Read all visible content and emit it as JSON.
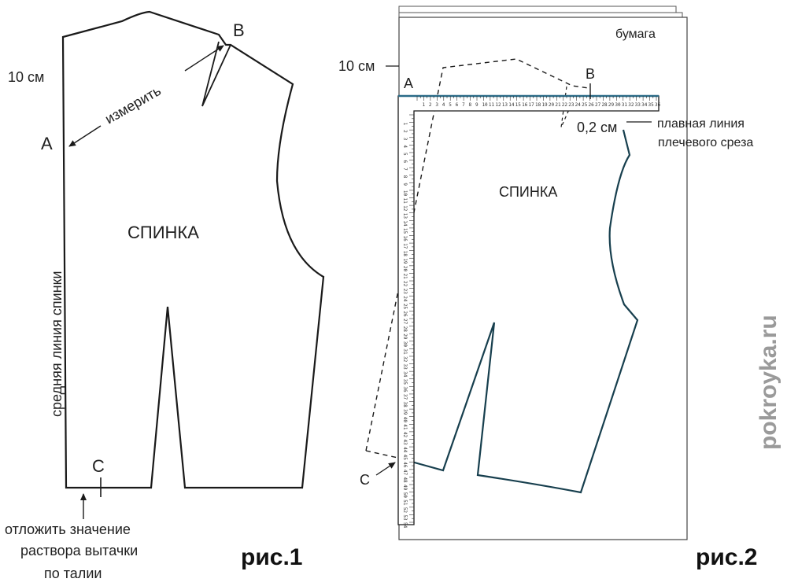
{
  "fig1": {
    "label_10cm": "10 см",
    "point_a": "A",
    "point_b": "B",
    "point_c": "C",
    "measure": "измерить",
    "piece": "СПИНКА",
    "center_line": "средняя линия спинки",
    "note_lines": [
      "отложить значение",
      "раствора вытачки",
      "по талии"
    ],
    "caption": "рис.1"
  },
  "fig2": {
    "paper": "бумага",
    "label_10cm": "10 см",
    "point_a": "A",
    "point_b": "B",
    "point_c": "C",
    "offset": "0,2 см",
    "shoulder_lines": [
      "плавная линия",
      "плечевого среза"
    ],
    "piece": "СПИНКА",
    "caption": "рис.2"
  },
  "watermark": "pokroyka.ru",
  "ruler": {
    "h_numbers": [
      "1",
      "2",
      "3",
      "4",
      "5",
      "6",
      "7",
      "8",
      "9",
      "10",
      "11",
      "12",
      "13",
      "14",
      "15",
      "16",
      "17",
      "18",
      "19",
      "20",
      "21",
      "22",
      "23",
      "24",
      "25",
      "26",
      "27",
      "28",
      "29",
      "30",
      "31",
      "32",
      "33",
      "34",
      "35",
      "36"
    ],
    "v_numbers": [
      "1",
      "2",
      "3",
      "4",
      "5",
      "6",
      "7",
      "8",
      "9",
      "10",
      "11",
      "12",
      "13",
      "14",
      "15",
      "16",
      "17",
      "18",
      "19",
      "20",
      "21",
      "22",
      "23",
      "24",
      "25",
      "26",
      "27",
      "28",
      "29",
      "30",
      "31",
      "32",
      "33",
      "34",
      "35",
      "36",
      "37",
      "38",
      "39",
      "40",
      "41",
      "42",
      "43",
      "44",
      "45",
      "46",
      "47",
      "48",
      "49",
      "50",
      "51",
      "52",
      "53",
      "54"
    ]
  }
}
